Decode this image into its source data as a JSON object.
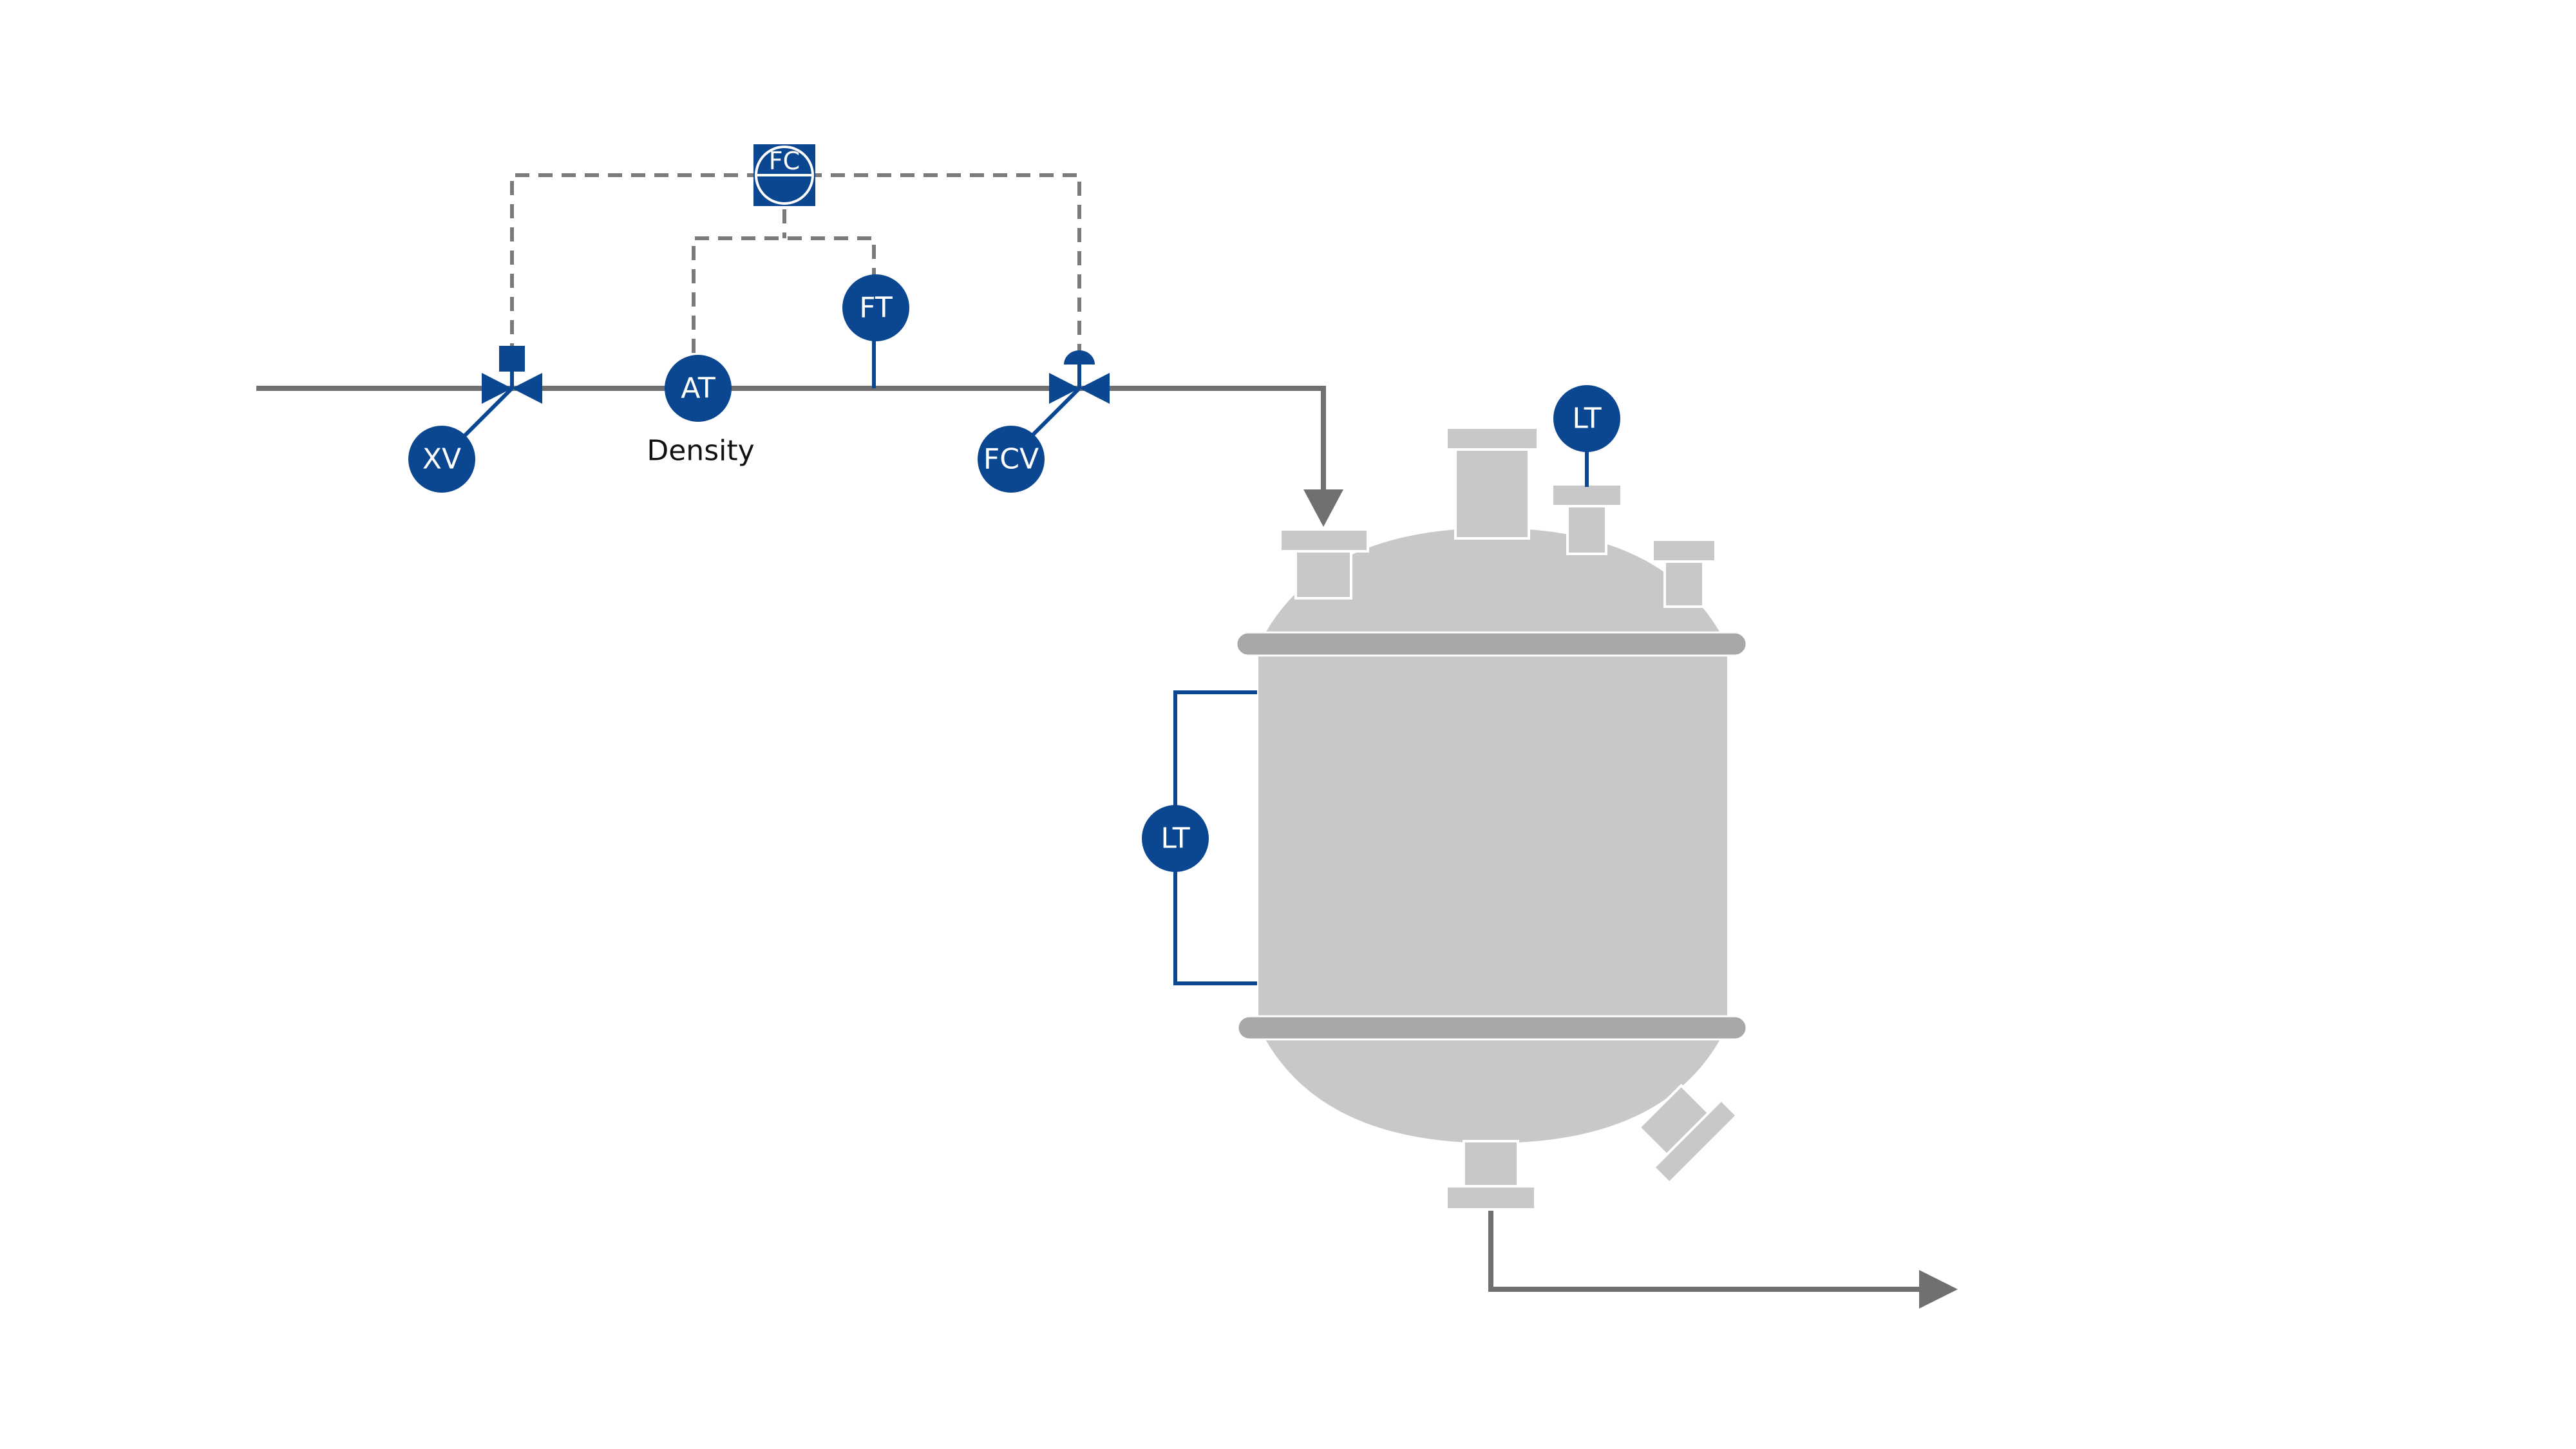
{
  "colors": {
    "instrument_blue": "#0b4690",
    "pipe_gray": "#707070",
    "signal_gray": "#7a7a7a",
    "vessel_gray": "#c7c8ca",
    "flange_gray": "#a7a8aa"
  },
  "instruments": {
    "xv": "XV",
    "at": "AT",
    "ft": "FT",
    "fcv": "FCV",
    "fc": "FC",
    "lt_top": "LT",
    "lt_side": "LT"
  },
  "labels": {
    "density": "Density"
  }
}
